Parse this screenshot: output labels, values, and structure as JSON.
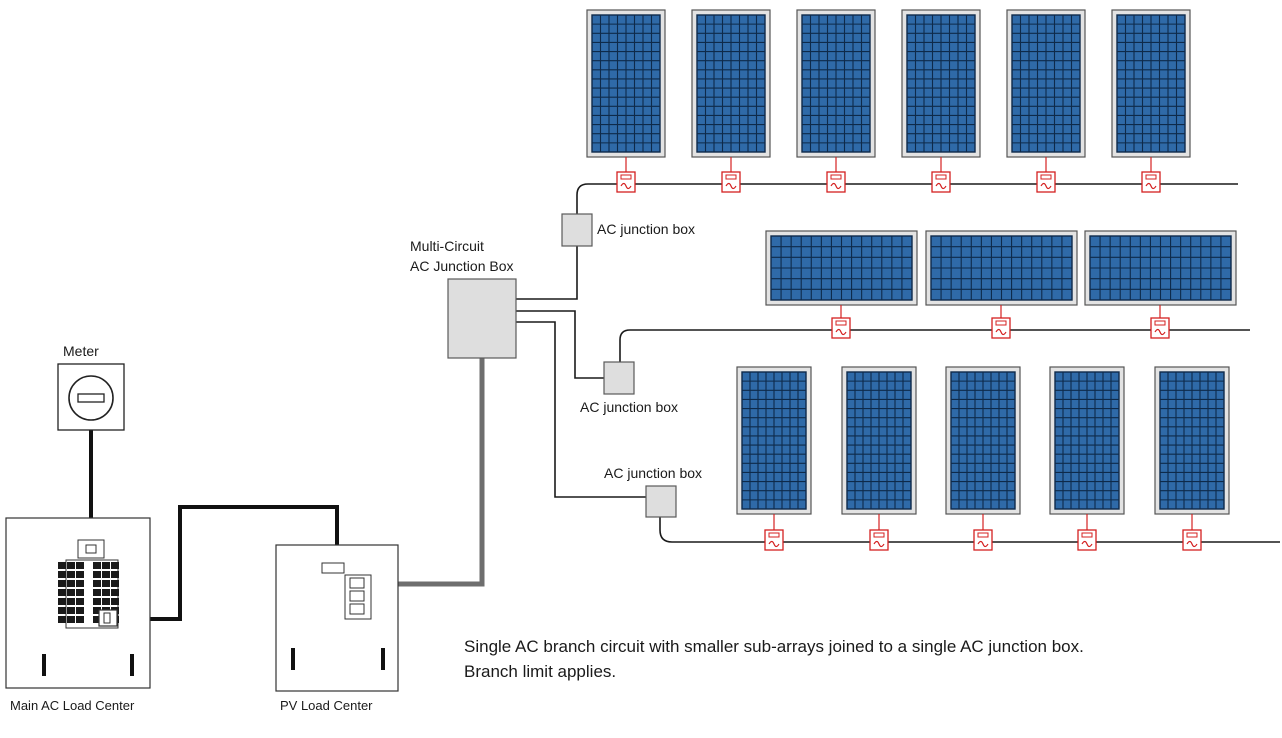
{
  "colors": {
    "panel_blue": "#2f6aa8",
    "panel_grid": "#0e2a4a",
    "panel_frame": "#e3e3e3",
    "inverter_red": "#d42020",
    "junction_box": "#dedede",
    "trunk_gray": "#6e6e6e"
  },
  "labels": {
    "meter": "Meter",
    "main_load_center": "Main AC Load Center",
    "pv_load_center": "PV Load Center",
    "multi_circuit_line1": "Multi-Circuit",
    "multi_circuit_line2": "AC Junction Box",
    "jbox_top": "AC junction box",
    "jbox_mid": "AC junction box",
    "jbox_bottom": "AC junction box",
    "caption_line1": "Single AC branch circuit with smaller sub-arrays joined to a single AC junction box.",
    "caption_line2": "Branch limit applies."
  },
  "arrays": {
    "top": {
      "orientation": "portrait",
      "panel_count": 6,
      "inverter_icon": "microinverter-icon"
    },
    "middle": {
      "orientation": "landscape",
      "panel_count": 3,
      "inverter_icon": "microinverter-icon"
    },
    "bottom": {
      "orientation": "portrait",
      "panel_count": 5,
      "inverter_icon": "microinverter-icon"
    }
  },
  "icons": {
    "meter": "meter-icon",
    "breaker_panel": "breaker-panel-icon",
    "microinverter": "microinverter-icon",
    "junction_box": "junction-box-icon"
  }
}
